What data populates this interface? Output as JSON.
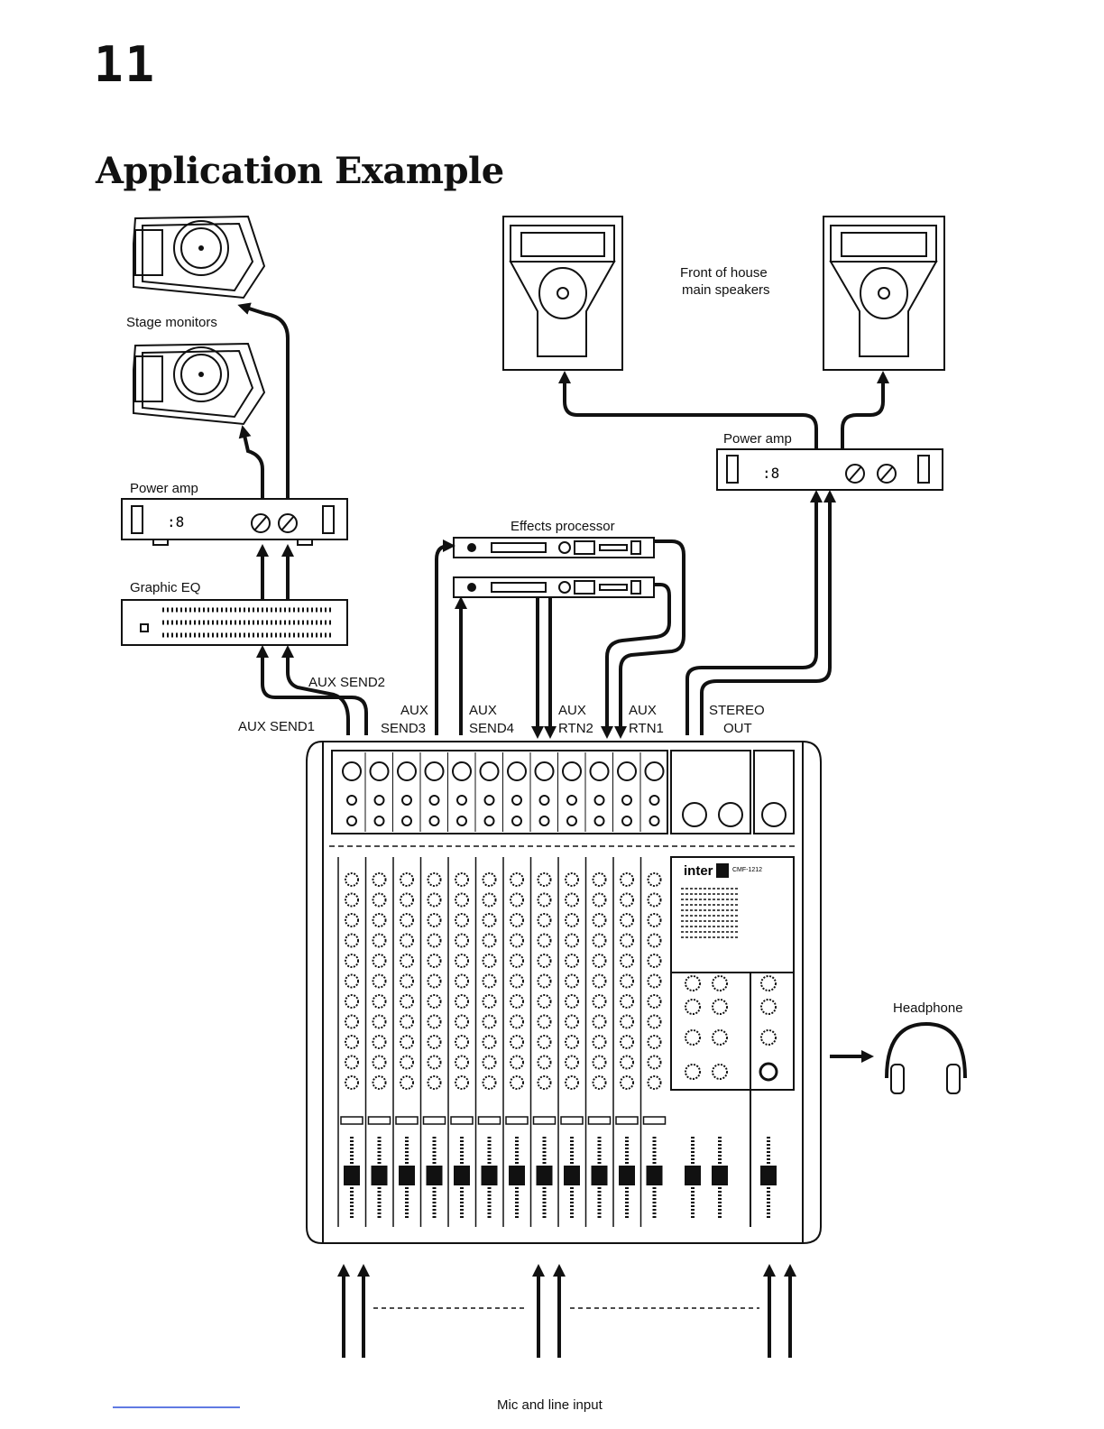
{
  "page": {
    "number": "11",
    "title": "Application Example"
  },
  "labels": {
    "stage_monitors": "Stage monitors",
    "power_amp_left": "Power amp",
    "graphic_eq": "Graphic EQ",
    "effects_processor": "Effects processor",
    "foh_line1": "Front of house",
    "foh_line2": "main speakers",
    "power_amp_right": "Power amp",
    "headphone": "Headphone",
    "mic_line_input": "Mic and line input",
    "aux_send1": "AUX SEND1",
    "aux_send2": "AUX SEND2",
    "aux_send3_line1": "AUX",
    "aux_send3_line2": "SEND3",
    "aux_send4_line1": "AUX",
    "aux_send4_line2": "SEND4",
    "aux_rtn2_line1": "AUX",
    "aux_rtn2_line2": "RTN2",
    "aux_rtn1_line1": "AUX",
    "aux_rtn1_line2": "RTN1",
    "stereo_out_line1": "STEREO",
    "stereo_out_line2": "OUT"
  },
  "mixer": {
    "brand": "inter",
    "model": "CMF-1212"
  }
}
